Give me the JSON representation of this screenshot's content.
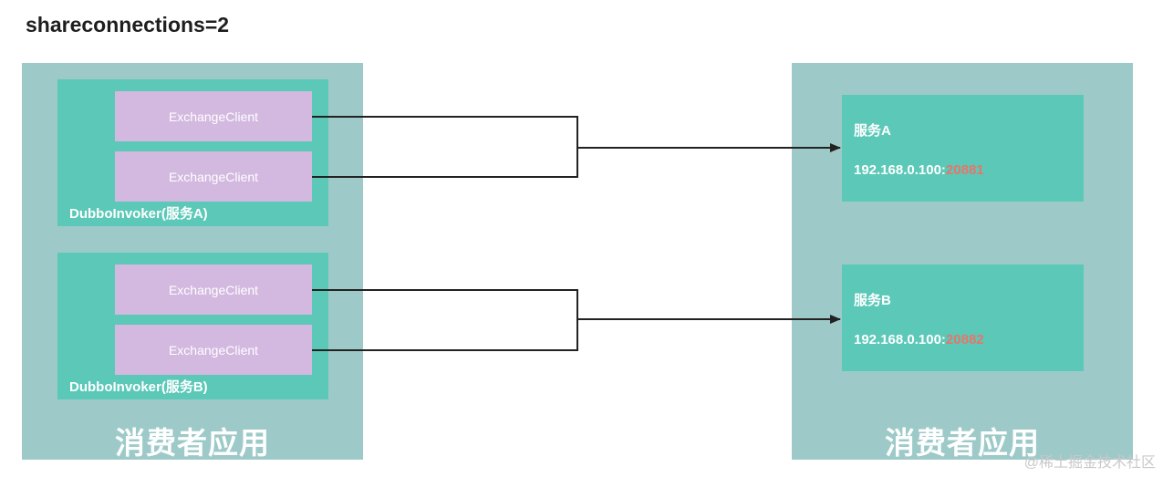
{
  "title": "shareconnections=2",
  "consumer": {
    "label": "消费者应用",
    "invokers": [
      {
        "label": "DubboInvoker(服务A)",
        "clients": [
          "ExchangeClient",
          "ExchangeClient"
        ]
      },
      {
        "label": "DubboInvoker(服务B)",
        "clients": [
          "ExchangeClient",
          "ExchangeClient"
        ]
      }
    ]
  },
  "provider": {
    "label": "消费者应用",
    "services": [
      {
        "name": "服务A",
        "address_prefix": "192.168.0.100:",
        "port": "20881"
      },
      {
        "name": "服务B",
        "address_prefix": "192.168.0.100:",
        "port": "20882"
      }
    ]
  },
  "watermark": "@稀土掘金技术社区",
  "colors": {
    "panel": "#9dcac8",
    "teal": "#5bc8b8",
    "client": "#d3b8e0",
    "port": "#e8756a",
    "line": "#222222"
  }
}
